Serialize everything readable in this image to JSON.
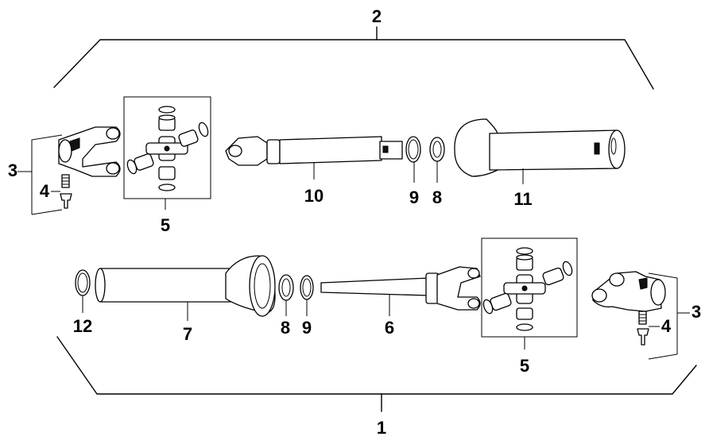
{
  "callouts": {
    "c1": "1",
    "c2": "2",
    "c3_top": "3",
    "c3_bottom": "3",
    "c4_top": "4",
    "c4_bottom": "4",
    "c5_top": "5",
    "c5_bottom": "5",
    "c6": "6",
    "c7": "7",
    "c8_top": "8",
    "c8_bottom": "8",
    "c9_top": "9",
    "c9_bottom": "9",
    "c10": "10",
    "c11": "11",
    "c12": "12"
  }
}
